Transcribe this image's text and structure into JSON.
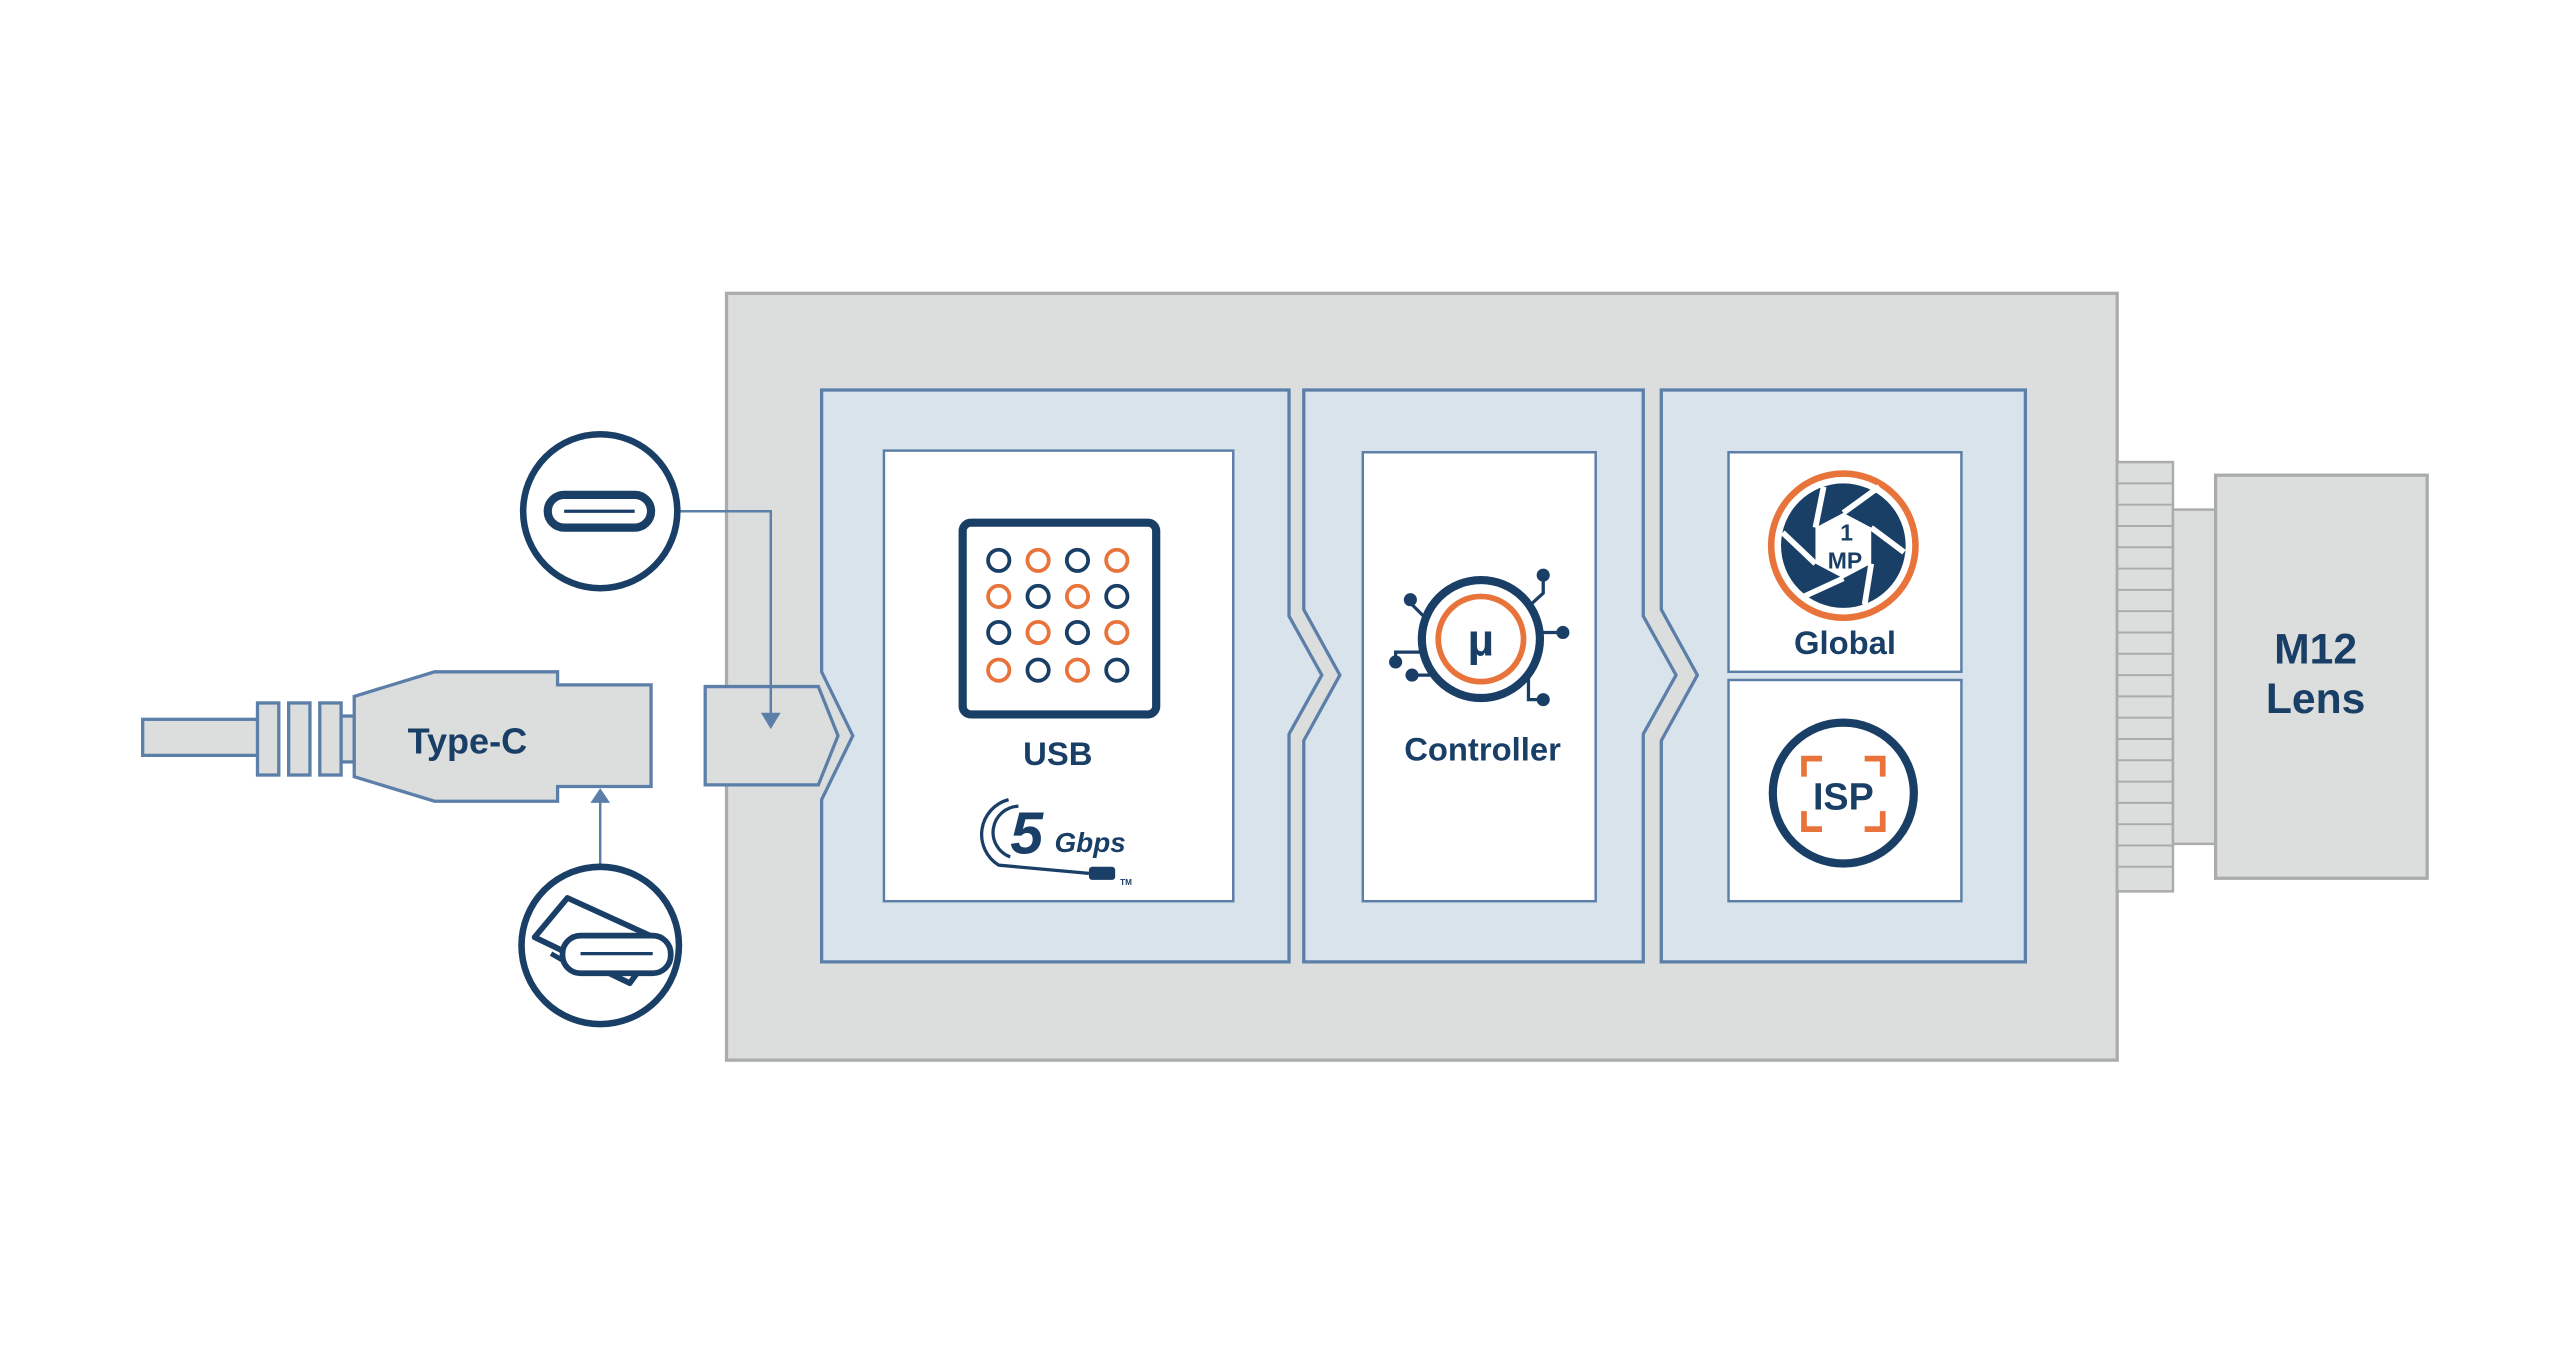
{
  "connector": {
    "label": "Type-C"
  },
  "blocks": {
    "usb": {
      "label": "USB",
      "badge_number": "5",
      "badge_unit": "Gbps",
      "badge_tm": "TM"
    },
    "controller": {
      "symbol": "µ",
      "label": "Controller"
    },
    "sensor": {
      "line1": "1",
      "line2": "MP",
      "label": "Global"
    },
    "isp": {
      "label": "ISP"
    }
  },
  "lens": {
    "line1": "M12",
    "line2": "Lens"
  },
  "colors": {
    "navy": "#1a3f66",
    "orange": "#e8743b",
    "line_blue": "#5b7fa8",
    "housing_gray": "#dcdddd",
    "panel_blue": "#d9e3ec"
  }
}
